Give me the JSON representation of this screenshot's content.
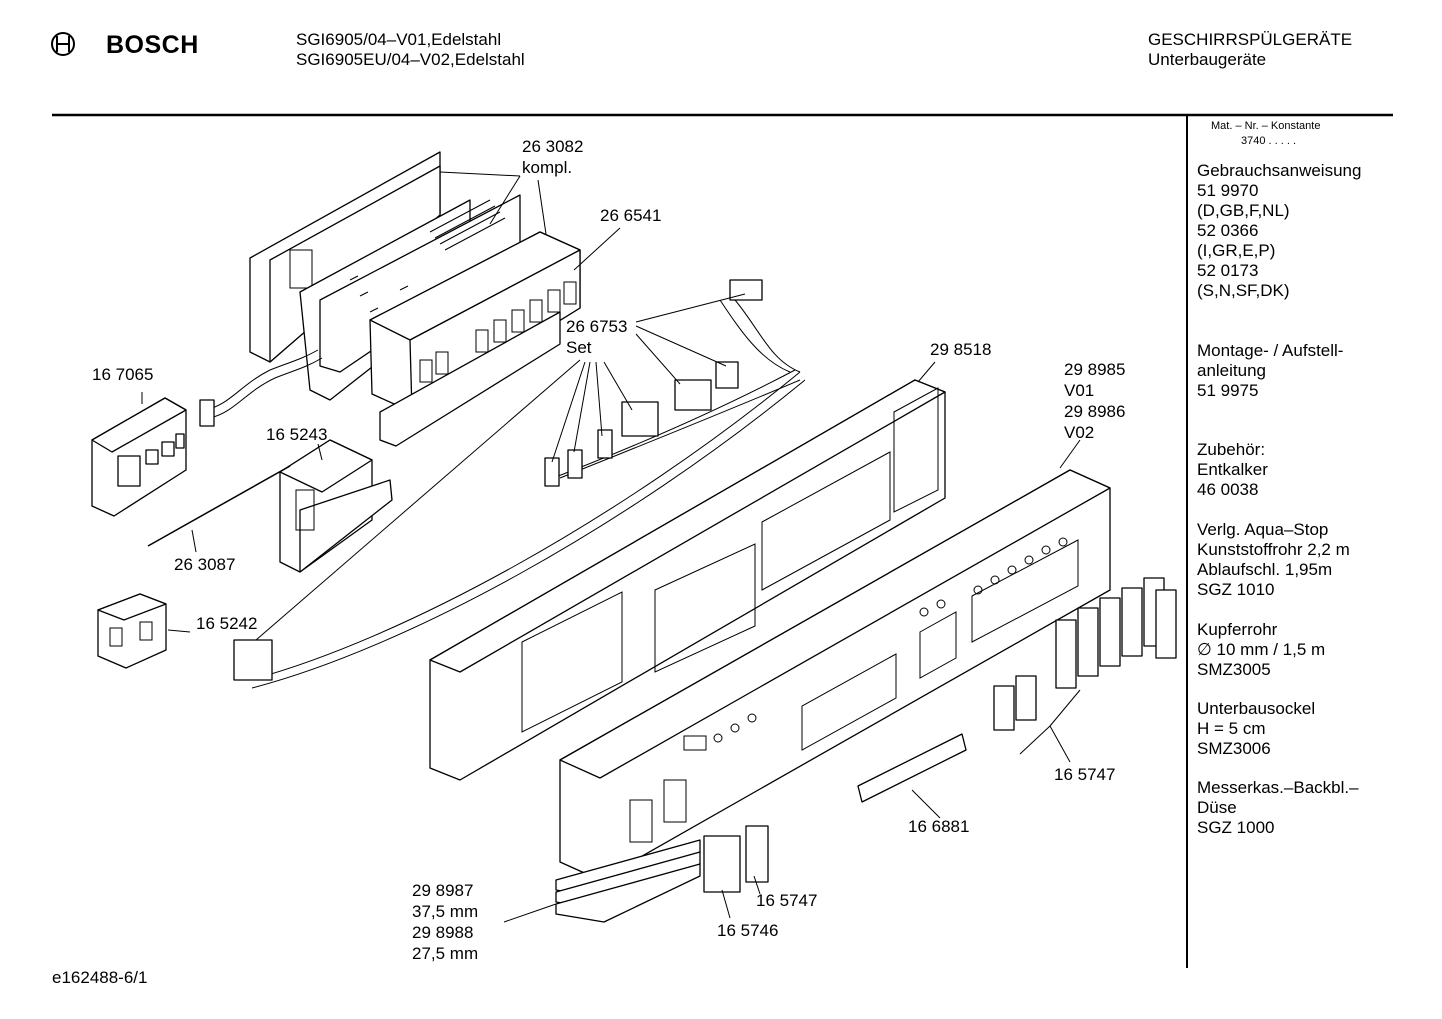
{
  "header": {
    "brand": "BOSCH",
    "model_line1": "SGI6905/04–V01,Edelstahl",
    "model_line2": "SGI6905EU/04–V02,Edelstahl",
    "category_line1": "GESCHIRRSPÜLGERÄTE",
    "category_line2": "Unterbaugeräte"
  },
  "footer": {
    "doc_id": "e162488-6/1"
  },
  "parts": [
    {
      "id": "p263082",
      "lines": [
        "26 3082",
        "kompl."
      ]
    },
    {
      "id": "p266541",
      "lines": [
        "26 6541"
      ]
    },
    {
      "id": "p266753",
      "lines": [
        "26 6753",
        "Set"
      ]
    },
    {
      "id": "p167065",
      "lines": [
        "16 7065"
      ]
    },
    {
      "id": "p165243",
      "lines": [
        "16 5243"
      ]
    },
    {
      "id": "p263087",
      "lines": [
        "26 3087"
      ]
    },
    {
      "id": "p165242",
      "lines": [
        "16 5242"
      ]
    },
    {
      "id": "p298518",
      "lines": [
        "29 8518"
      ]
    },
    {
      "id": "p298985",
      "lines": [
        "29 8985",
        "V01",
        "29 8986",
        "V02"
      ]
    },
    {
      "id": "p165747a",
      "lines": [
        "16 5747"
      ]
    },
    {
      "id": "p166881",
      "lines": [
        "16 6881"
      ]
    },
    {
      "id": "p165747b",
      "lines": [
        "16 5747"
      ]
    },
    {
      "id": "p165746",
      "lines": [
        "16 5746"
      ]
    },
    {
      "id": "p298987",
      "lines": [
        "29 8987",
        "37,5 mm",
        "29 8988",
        "27,5 mm"
      ]
    }
  ],
  "sidebar": {
    "mat_header": "Mat. – Nr. – Konstante",
    "mat_value": "3740 .  .  .  .  .",
    "blocks": [
      {
        "lines": [
          "Gebrauchsanweisung",
          "51 9970",
          "(D,GB,F,NL)",
          "52 0366",
          "(I,GR,E,P)",
          "52 0173",
          "(S,N,SF,DK)"
        ]
      },
      {
        "lines": [
          "Montage- / Aufstell-",
          "anleitung",
          "51 9975"
        ]
      },
      {
        "lines": [
          "Zubehör:",
          "Entkalker",
          "46 0038"
        ]
      },
      {
        "lines": [
          "Verlg. Aqua–Stop",
          "Kunststoffrohr 2,2 m",
          "Ablaufschl. 1,95m",
          "SGZ 1010"
        ]
      },
      {
        "lines": [
          "Kupferrohr",
          "∅ 10 mm / 1,5 m",
          "SMZ3005"
        ]
      },
      {
        "lines": [
          "Unterbausockel",
          "H = 5 cm",
          "SMZ3006"
        ]
      },
      {
        "lines": [
          "Messerkas.–Backbl.–",
          "Düse",
          "SGZ 1000"
        ]
      }
    ]
  }
}
